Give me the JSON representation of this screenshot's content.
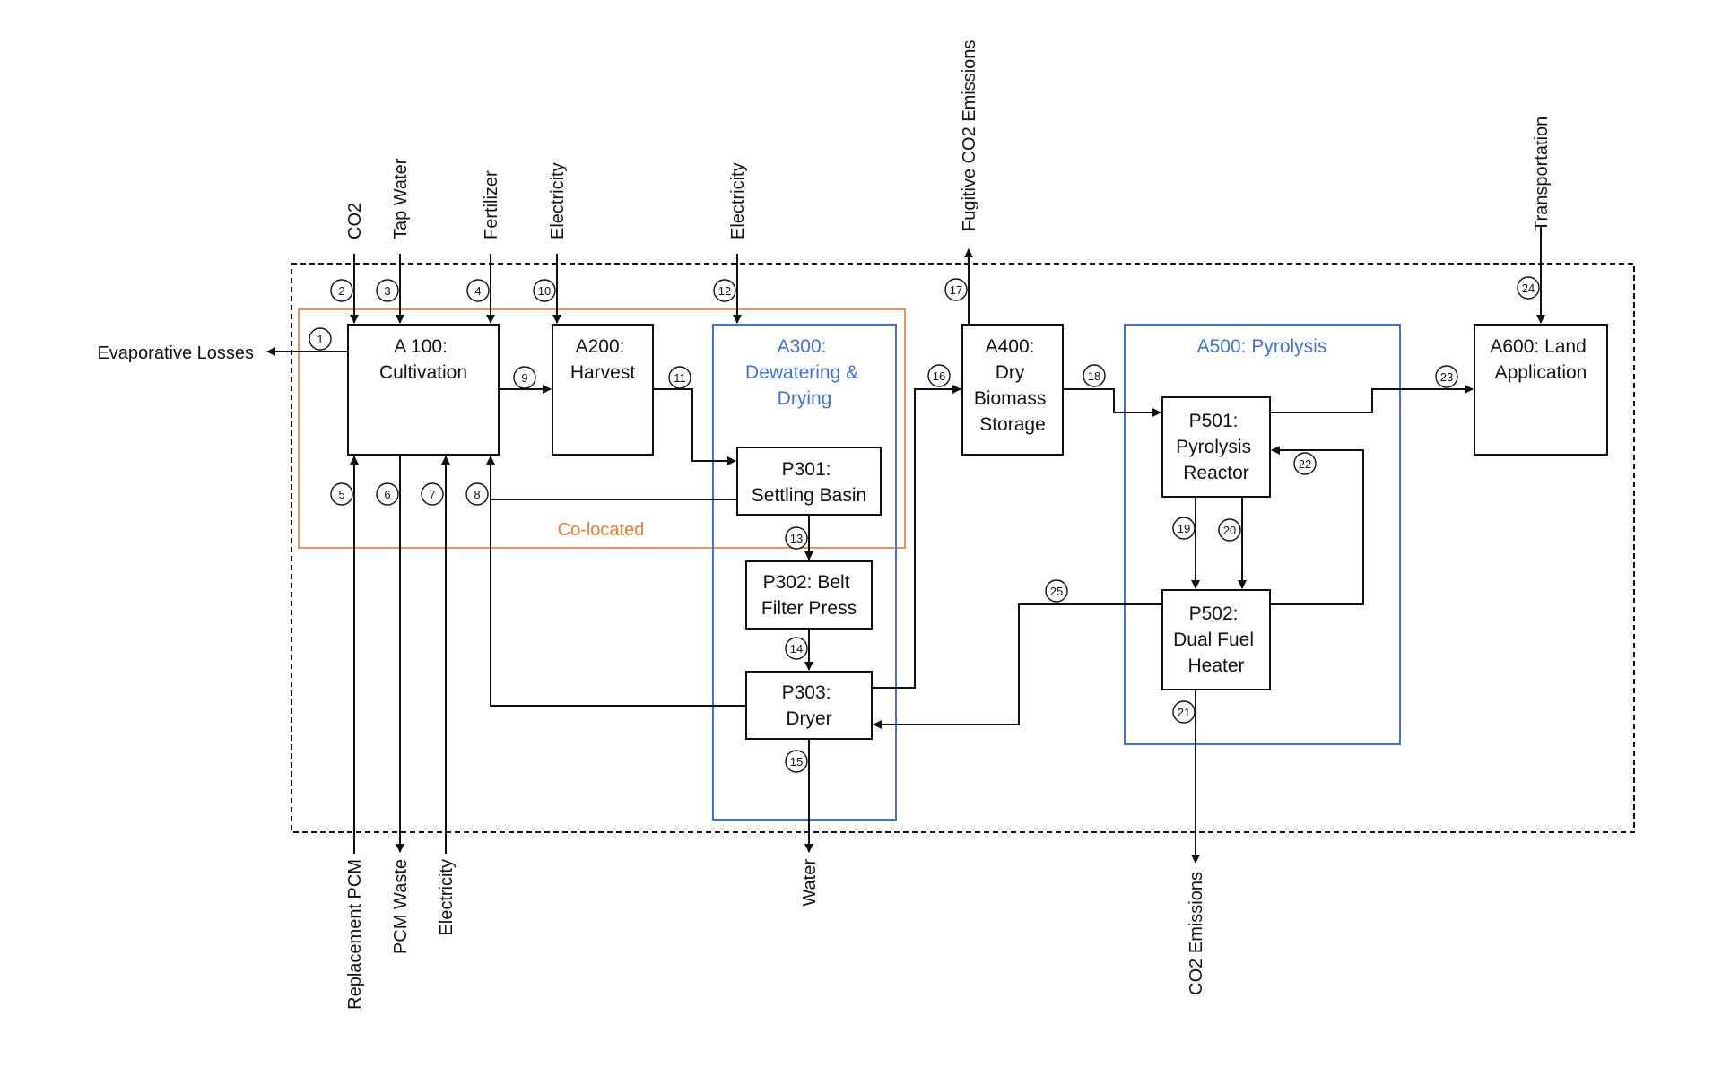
{
  "diagram": {
    "boxes": {
      "a100": [
        "A 100:",
        "Cultivation"
      ],
      "a200": [
        "A200:",
        "Harvest"
      ],
      "a300": [
        "A300:",
        "Dewatering &",
        "Drying"
      ],
      "p301": [
        "P301:",
        "Settling Basin"
      ],
      "p302": [
        "P302: Belt",
        "Filter Press"
      ],
      "p303": [
        "P303:",
        "Dryer"
      ],
      "a400": [
        "A400:",
        "Dry",
        "Biomass",
        "Storage"
      ],
      "a500": "A500: Pyrolysis",
      "p501": [
        "P501:",
        "Pyrolysis",
        "Reactor"
      ],
      "p502": [
        "P502:",
        "Dual Fuel",
        "Heater"
      ],
      "a600": [
        "A600: Land",
        "Application"
      ]
    },
    "colocated_label": "Co-located",
    "labels": {
      "co2": "CO2",
      "tap_water": "Tap Water",
      "fertilizer": "Fertilizer",
      "electricity_top1": "Electricity",
      "electricity_top2": "Electricity",
      "fugitive": "Fugitive CO2 Emissions",
      "transportation": "Transportation",
      "evaporative": "Evaporative Losses",
      "replacement_pcm": "Replacement PCM",
      "pcm_waste": "PCM Waste",
      "electricity_bottom": "Electricity",
      "water": "Water",
      "co2_emissions": "CO2 Emissions"
    },
    "streams": [
      "1",
      "2",
      "3",
      "4",
      "5",
      "6",
      "7",
      "8",
      "9",
      "10",
      "11",
      "12",
      "13",
      "14",
      "15",
      "16",
      "17",
      "18",
      "19",
      "20",
      "21",
      "22",
      "23",
      "24",
      "25"
    ],
    "colors": {
      "line": "#111111",
      "blue": "#4472C4",
      "orange": "#E07B39"
    }
  }
}
